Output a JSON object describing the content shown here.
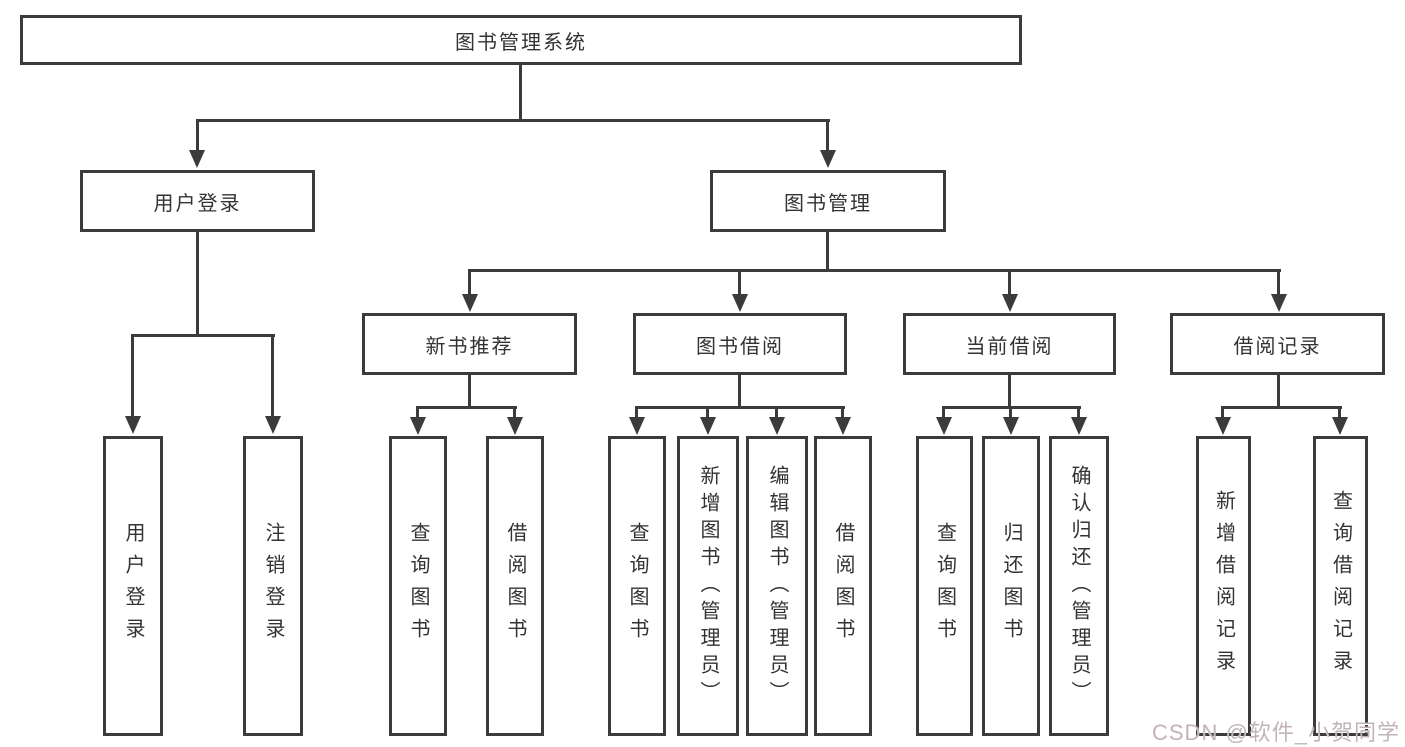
{
  "tree": {
    "root": "图书管理系统",
    "branches": [
      {
        "label": "用户登录",
        "children": [
          "用户登录",
          "注销登录"
        ]
      },
      {
        "label": "图书管理",
        "groups": [
          {
            "label": "新书推荐",
            "children": [
              "查询图书",
              "借阅图书"
            ]
          },
          {
            "label": "图书借阅",
            "children": [
              "查询图书",
              "新增图书（管理员）",
              "编辑图书（管理员）",
              "借阅图书"
            ]
          },
          {
            "label": "当前借阅",
            "children": [
              "查询图书",
              "归还图书",
              "确认归还（管理员）"
            ]
          },
          {
            "label": "借阅记录",
            "children": [
              "新增借阅记录",
              "查询借阅记录"
            ]
          }
        ]
      }
    ]
  },
  "watermark": {
    "text": "CSDN @软件_小贺同学"
  },
  "colors": {
    "line": "#3b3b3b",
    "text": "#333333",
    "background": "#ffffff",
    "watermark": "#c2b4b4"
  }
}
